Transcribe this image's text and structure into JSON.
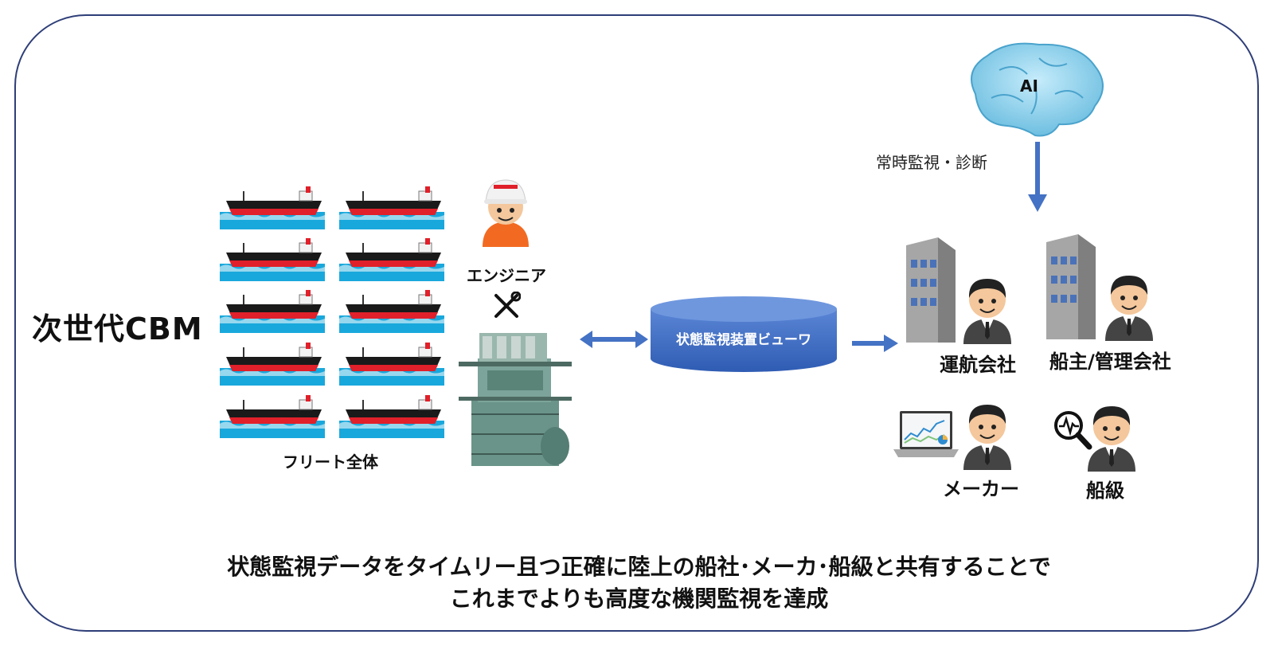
{
  "title": "次世代CBM",
  "fleet_label": "フリート全体",
  "engineer_label": "エンジニア",
  "viewer_label": "状態監視装置ビューワ",
  "ai_label": "AI",
  "monitor_label": "常時監視・診断",
  "stakeholders": {
    "operator": "運航会社",
    "owner": "船主/管理会社",
    "maker": "メーカー",
    "class": "船級"
  },
  "bottom_text": {
    "line1": "状態監視データをタイムリー且つ正確に陸上の船社･メーカ･船級と共有することで",
    "line2": "これまでよりも高度な機関監視を達成"
  },
  "colors": {
    "frame": "#2e3e78",
    "arrow": "#4472c4",
    "viewer": "#3f6cc0",
    "ship_hull": "#1a1a1a",
    "ship_bottom": "#e0202a",
    "water": "#19a8dc",
    "engine": "#6a9489",
    "brain": "#8fd0ec"
  },
  "icons": [
    "ship-icon",
    "engineer-icon",
    "tools-icon",
    "engine-icon",
    "brain-icon",
    "building-icon",
    "businessman-icon",
    "laptop-chart-icon",
    "magnifier-waveform-icon",
    "arrow-icon"
  ]
}
